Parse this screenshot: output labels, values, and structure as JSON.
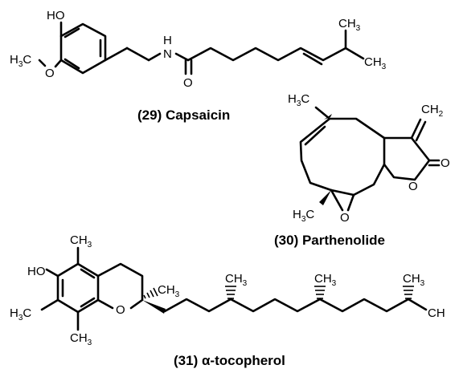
{
  "molecules": [
    {
      "caption": "(29) Capsaicin",
      "labels": {
        "oh": "HO",
        "n": "N",
        "h": "H",
        "o_carbonyl": "O",
        "h3c": "H",
        "o_ether": "O"
      }
    },
    {
      "caption": "(30) Parthenolide",
      "labels": {
        "o_lactone": "O",
        "o_keto": "O",
        "o_epox": "O"
      }
    },
    {
      "caption": "(31) α-tocopherol",
      "labels": {
        "ho": "HO",
        "o_ring": "O"
      }
    }
  ],
  "formula": {
    "ch3": "CH",
    "h3c": "H3C",
    "ch2": "CH",
    "c": "C",
    "h": "H",
    "three": "3",
    "two": "2"
  }
}
